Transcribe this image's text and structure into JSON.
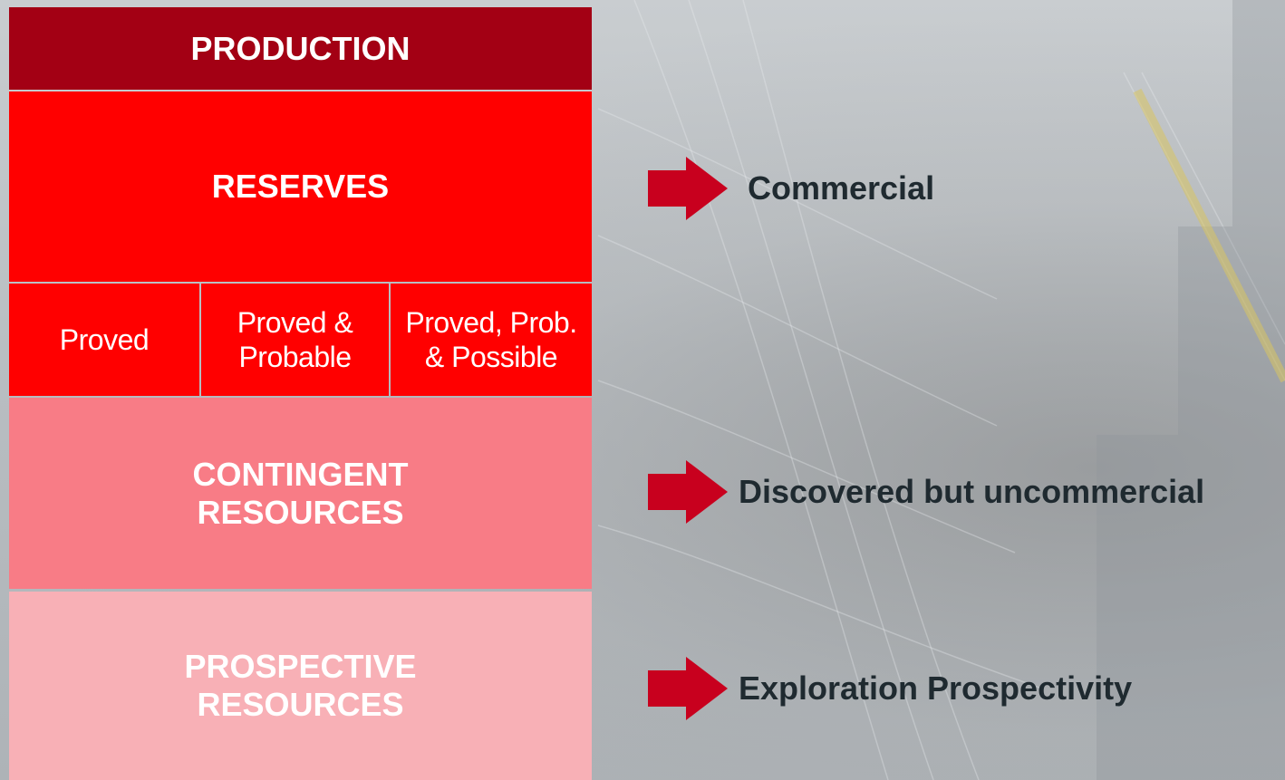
{
  "pyramid": {
    "production": "PRODUCTION",
    "reserves": "RESERVES",
    "subcategories": [
      {
        "lines": [
          "Proved"
        ]
      },
      {
        "lines": [
          "Proved &",
          "Probable"
        ]
      },
      {
        "lines": [
          "Proved, Prob.",
          "& Possible"
        ]
      }
    ],
    "contingent": [
      "CONTINGENT",
      "RESOURCES"
    ],
    "prospective": [
      "PROSPECTIVE",
      "RESOURCES"
    ]
  },
  "arrows": [
    {
      "icon": "right-arrow-icon",
      "label": "Commercial"
    },
    {
      "icon": "right-arrow-icon",
      "label": "Discovered but uncommercial"
    },
    {
      "icon": "right-arrow-icon",
      "label": "Exploration Prospectivity"
    }
  ],
  "colors": {
    "production": "#a30014",
    "reserves": "#ff0000",
    "contingent": "#f87c86",
    "prospective": "#f8b0b6",
    "arrow": "#c8001e",
    "label_text": "#1f2a30"
  }
}
